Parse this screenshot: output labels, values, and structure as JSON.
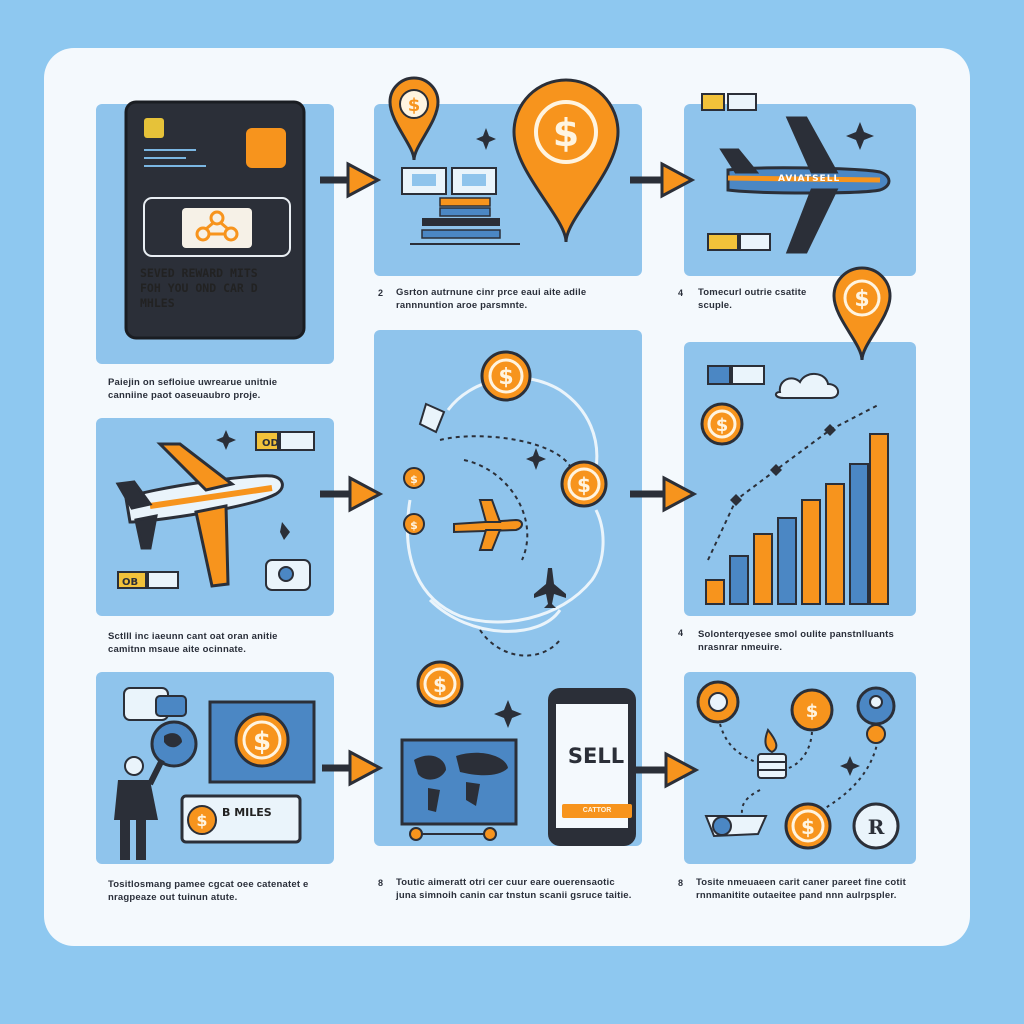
{
  "card": {
    "text": "SEVED REWARD MITS\nFOH YOU OND CAR D\nMHLES"
  },
  "captions": {
    "c1": "Paiejin on sefloiue uwrearue unitnie\ncanniine paot oaseuaubro proje.",
    "c2": "Gsrton autrnune cinr prce eaui aite adile\nrannnuntion aroe parsmnte.",
    "c3": "Tomecurl outrie csatite\nscuple.",
    "c4": "Sctlll inc iaeunn cant oat oran anitie\ncamitnn msaue aite ocinnate.",
    "c5": "Solonterqyesee smol oulite panstnlluants\nnrasnrar nmeuire.",
    "c6": "Tositlosmang pamee cgcat oee catenatet e\nnragpeaze out tuinun atute.",
    "c7": "Toutic aimeratt otri cer cuur eare ouerensaotic\njuna simnoih canin car tnstun scanii gsruce taitie.",
    "c8": "Tosite nmeuaeen carit caner pareet fine cotit\nrnnmanitite outaeitee pand nnn aulrpspler."
  },
  "step_numbers": {
    "n2": "2",
    "n3": "4",
    "n5": "4",
    "n7": "8",
    "n8": "8"
  },
  "labels": {
    "sell": "SELL",
    "sell_button": "CATTOR",
    "miles_tag": "B MILES",
    "plane_label": "AVIATSELL",
    "tag_od": "OD",
    "tag_ob": "OB"
  },
  "icons": {
    "dollar": "dollar-coin-icon",
    "pin": "location-pin-icon",
    "plane": "airplane-icon",
    "star": "sparkle-icon"
  },
  "colors": {
    "background": "#8ec8f0",
    "sheet": "#f4f9fd",
    "panel": "#8fc4ec",
    "orange": "#f7941d",
    "dark": "#2b2f38"
  }
}
